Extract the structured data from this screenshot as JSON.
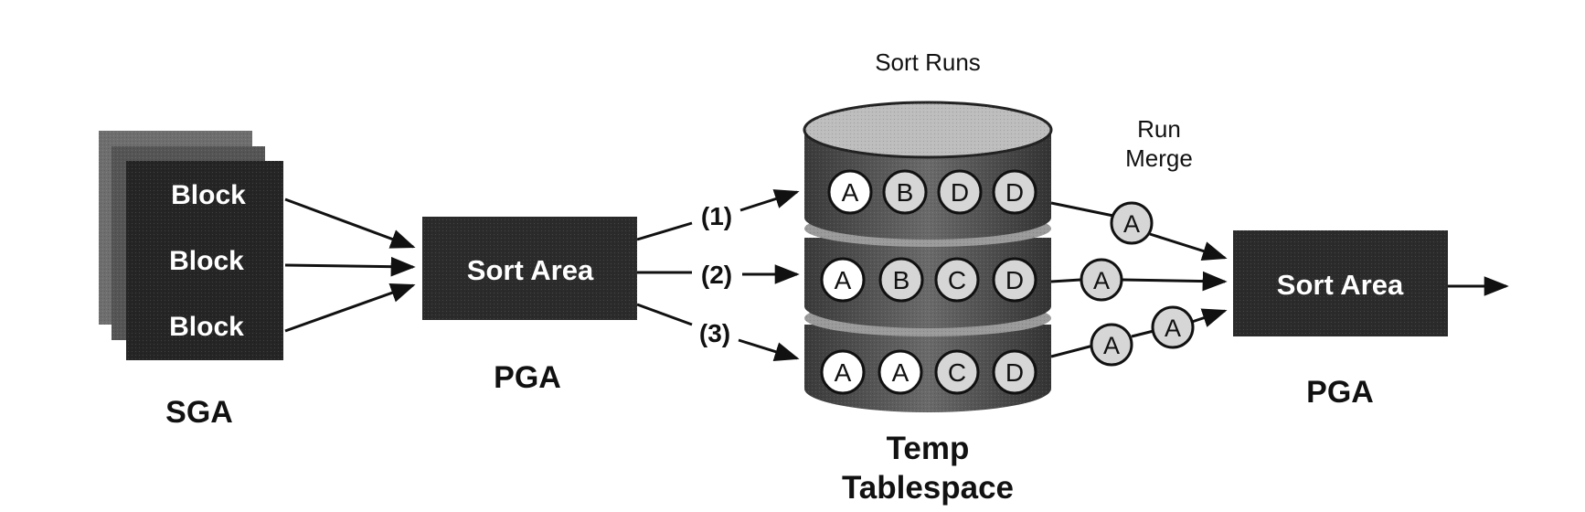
{
  "sga": {
    "label": "SGA",
    "blocks": [
      "Block",
      "Block",
      "Block"
    ]
  },
  "pga_left": {
    "label": "PGA",
    "box": "Sort Area"
  },
  "pga_right": {
    "label": "PGA",
    "box": "Sort Area"
  },
  "paths": [
    "(1)",
    "(2)",
    "(3)"
  ],
  "temp": {
    "title": "Sort Runs",
    "label_line1": "Temp",
    "label_line2": "Tablespace",
    "runs": [
      [
        "A",
        "B",
        "D",
        "D"
      ],
      [
        "A",
        "B",
        "C",
        "D"
      ],
      [
        "A",
        "A",
        "C",
        "D"
      ]
    ]
  },
  "merge": {
    "label_line1": "Run",
    "label_line2": "Merge",
    "balls": [
      "A",
      "A",
      "A",
      "A"
    ]
  },
  "colors": {
    "dark_box": "#2b2b2b",
    "cylinder_band": "#4a4a4a",
    "cylinder_top": "#bdbdbd",
    "ball_light": "#ffffff",
    "ball_grey": "#d6d6d6"
  }
}
